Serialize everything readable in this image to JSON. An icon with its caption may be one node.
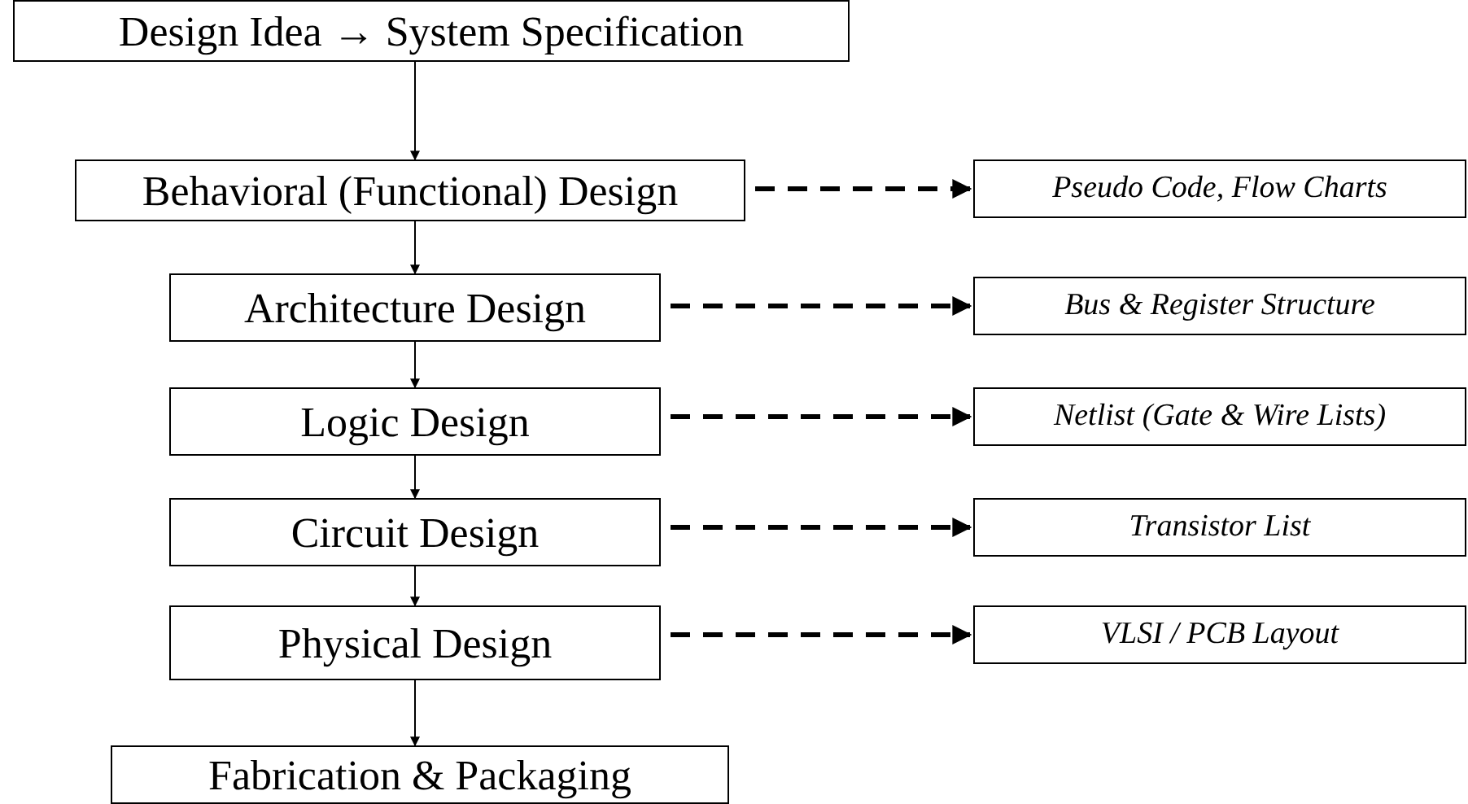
{
  "diagram": {
    "nodes": [
      {
        "text": [
          "Design Idea → System Specification"
        ]
      },
      {
        "text": [
          "Behavioral (Functional) Design"
        ]
      },
      {
        "text": [
          "Architecture Design"
        ]
      },
      {
        "text": [
          "Logic Design"
        ]
      },
      {
        "text": [
          "Circuit Design"
        ]
      },
      {
        "text": [
          "Physical Design"
        ]
      },
      {
        "text": [
          "Fabrication & Packaging"
        ]
      },
      {
        "text": [
          "Pseudo Code, Flow Charts"
        ]
      },
      {
        "text": [
          "Bus & Register Structure"
        ]
      },
      {
        "text": [
          "Netlist (Gate & Wire Lists)"
        ]
      },
      {
        "text": [
          "Transistor List"
        ]
      },
      {
        "text": [
          "VLSI / PCB Layout"
        ]
      }
    ],
    "edges": [
      {
        "from": 0,
        "to": 1,
        "arrow": "to"
      },
      {
        "from": 1,
        "to": 2,
        "arrow": "to"
      },
      {
        "from": 2,
        "to": 3,
        "arrow": "to"
      },
      {
        "from": 3,
        "to": 4,
        "arrow": "to"
      },
      {
        "from": 4,
        "to": 5,
        "arrow": "to"
      },
      {
        "from": 5,
        "to": 6,
        "arrow": "to"
      },
      {
        "from": 1,
        "to": 7,
        "arrow": "to",
        "style": "dashed"
      },
      {
        "from": 2,
        "to": 8,
        "arrow": "to",
        "style": "dashed"
      },
      {
        "from": 3,
        "to": 9,
        "arrow": "to",
        "style": "dashed"
      },
      {
        "from": 4,
        "to": 10,
        "arrow": "to",
        "style": "dashed"
      },
      {
        "from": 5,
        "to": 11,
        "arrow": "to",
        "style": "dashed"
      }
    ]
  }
}
